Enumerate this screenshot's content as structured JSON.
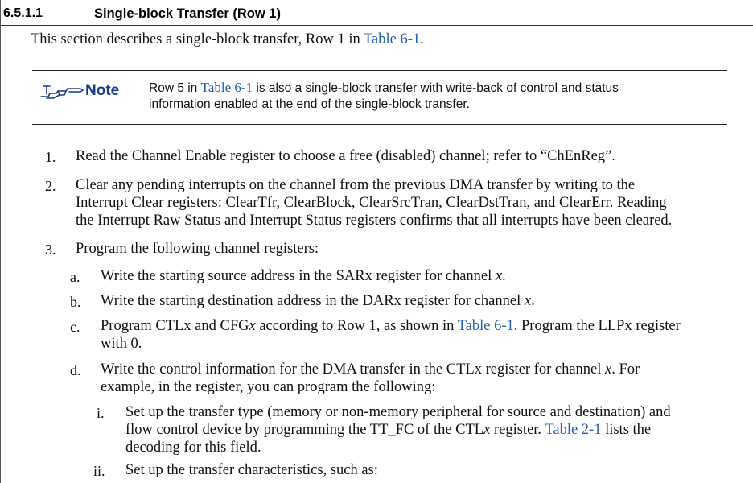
{
  "section": {
    "number": "6.5.1.1",
    "title": "Single-block Transfer (Row 1)"
  },
  "intro": {
    "prefix": "This section describes a single-block transfer, Row 1 in ",
    "link": "Table 6-1",
    "suffix": "."
  },
  "note": {
    "label": "Note",
    "line1_prefix": "Row 5 in ",
    "line1_link": "Table 6-1",
    "line1_suffix": " is also a single-block transfer with write-back of control and status",
    "line2": "information enabled at the end of the single-block transfer."
  },
  "steps": [
    {
      "num": "1.",
      "line1": "Read the Channel Enable register to choose a free (disabled) channel; refer to “ChEnReg”."
    },
    {
      "num": "2.",
      "line1": "Clear any pending interrupts on the channel from the previous DMA transfer by writing to the",
      "line2": "Interrupt Clear registers:  ClearTfr, ClearBlock, ClearSrcTran, ClearDstTran, and ClearErr. Reading",
      "line3": "the Interrupt Raw Status and Interrupt Status registers confirms that all interrupts have been cleared."
    },
    {
      "num": "3.",
      "line1": "Program the following channel registers:"
    }
  ],
  "substeps": [
    {
      "num": "a.",
      "text": "Write the starting source address in the SARx register for channel ",
      "var": "x",
      "end": "."
    },
    {
      "num": "b.",
      "text": "Write the starting destination address in the DARx register for channel ",
      "var": "x",
      "end": "."
    },
    {
      "num": "c.",
      "line1_a": "Program CTLx and CFG",
      "line1_var": "x",
      "line1_b": " according to Row 1, as shown in ",
      "line1_link": "Table 6-1",
      "line1_c": ". Program the LLPx register",
      "line2": "with 0."
    },
    {
      "num": "d.",
      "line1_a": "Write the control information for the DMA transfer in the CTLx register for channel ",
      "line1_var": "x",
      "line1_b": ". For",
      "line2": "example, in the register, you can program the following:"
    }
  ],
  "subsubsteps": [
    {
      "num": "i.",
      "line1": "Set up the transfer type (memory or non-memory peripheral for source and destination) and",
      "line2_a": "flow control device by programming the TT_FC of the CTL",
      "line2_var": "x",
      "line2_b": " register. ",
      "line2_link": "Table 2-1",
      "line2_c": " lists the",
      "line3": "decoding for this field."
    },
    {
      "num": "ii.",
      "line1": "Set up the transfer characteristics, such as:"
    }
  ]
}
